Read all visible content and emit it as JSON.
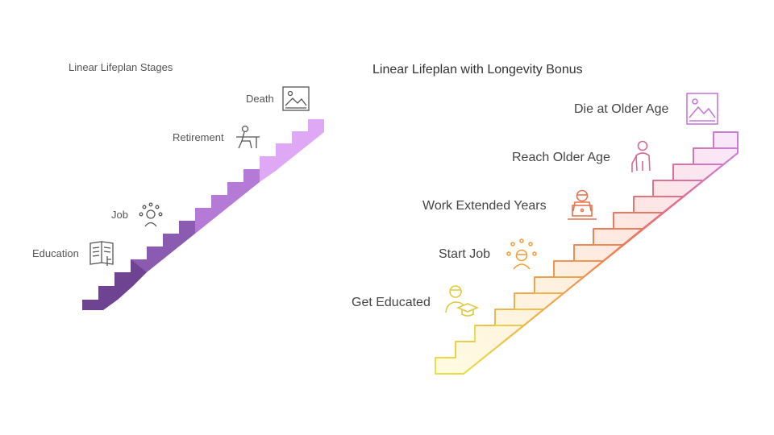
{
  "left_diagram": {
    "title": "Linear Lifeplan Stages",
    "stages": [
      {
        "label": "Education",
        "icon": "open-book-icon",
        "color": "#6e4391"
      },
      {
        "label": "Job",
        "icon": "worker-network-icon",
        "color": "#8a5bb0"
      },
      {
        "label": "Retirement",
        "icon": "person-resting-icon",
        "color": "#b97cd9"
      },
      {
        "label": "Death",
        "icon": "image-frame-icon",
        "color": "#e0a8f5"
      }
    ]
  },
  "right_diagram": {
    "title": "Linear Lifeplan with Longevity Bonus",
    "stages": [
      {
        "label": "Get Educated",
        "icon": "graduate-icon",
        "color": "#e6d43a"
      },
      {
        "label": "Start Job",
        "icon": "worker-network-icon",
        "color": "#f0a040"
      },
      {
        "label": "Work Extended Years",
        "icon": "laptop-worker-icon",
        "color": "#e8734f"
      },
      {
        "label": "Reach Older Age",
        "icon": "elderly-person-icon",
        "color": "#d86a8e"
      },
      {
        "label": "Die at Older Age",
        "icon": "image-frame-icon",
        "color": "#c77ad8"
      }
    ]
  }
}
